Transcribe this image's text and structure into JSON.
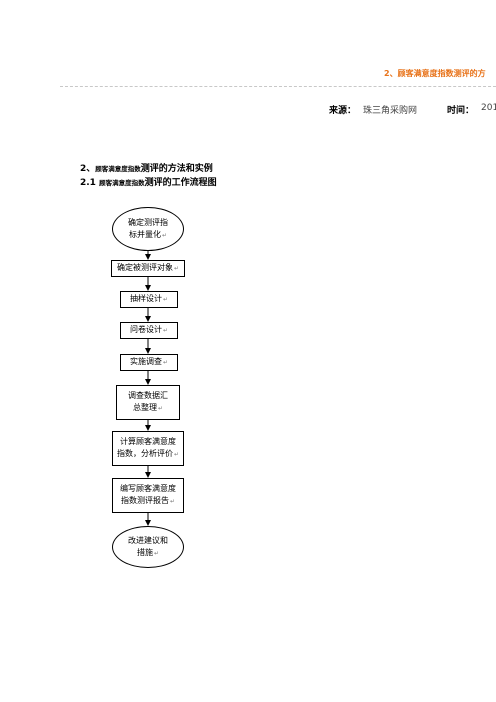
{
  "header": {
    "title": "2、顾客满意度指数测评的方",
    "source_label": "来源：",
    "source_value": "珠三角采购网",
    "time_label": "时间：",
    "time_value": "201"
  },
  "section": {
    "heading_num": "2、",
    "heading_small": "顾客满意度指数",
    "heading_rest": "测评的方法和实例",
    "subheading_num": "2.1 ",
    "subheading_small": "顾客满意度指数",
    "subheading_rest": "测评的工作流程图"
  },
  "flowchart": {
    "steps": [
      {
        "line1": "确定测评指",
        "line2": "标并量化",
        "shape": "oval"
      },
      {
        "line1": "确定被测评对象",
        "line2": "",
        "shape": "rect"
      },
      {
        "line1": "抽样设计",
        "line2": "",
        "shape": "rect"
      },
      {
        "line1": "问卷设计",
        "line2": "",
        "shape": "rect"
      },
      {
        "line1": "实施调查",
        "line2": "",
        "shape": "rect"
      },
      {
        "line1": "调查数据汇",
        "line2": "总整理",
        "shape": "rect"
      },
      {
        "line1": "计算顾客满意度",
        "line2": "指数，分析评价",
        "shape": "rect"
      },
      {
        "line1": "编写顾客满意度",
        "line2": "指数测评报告",
        "shape": "rect"
      },
      {
        "line1": "改进建议和",
        "line2": "措施",
        "shape": "oval"
      }
    ],
    "return_mark": "↵"
  }
}
